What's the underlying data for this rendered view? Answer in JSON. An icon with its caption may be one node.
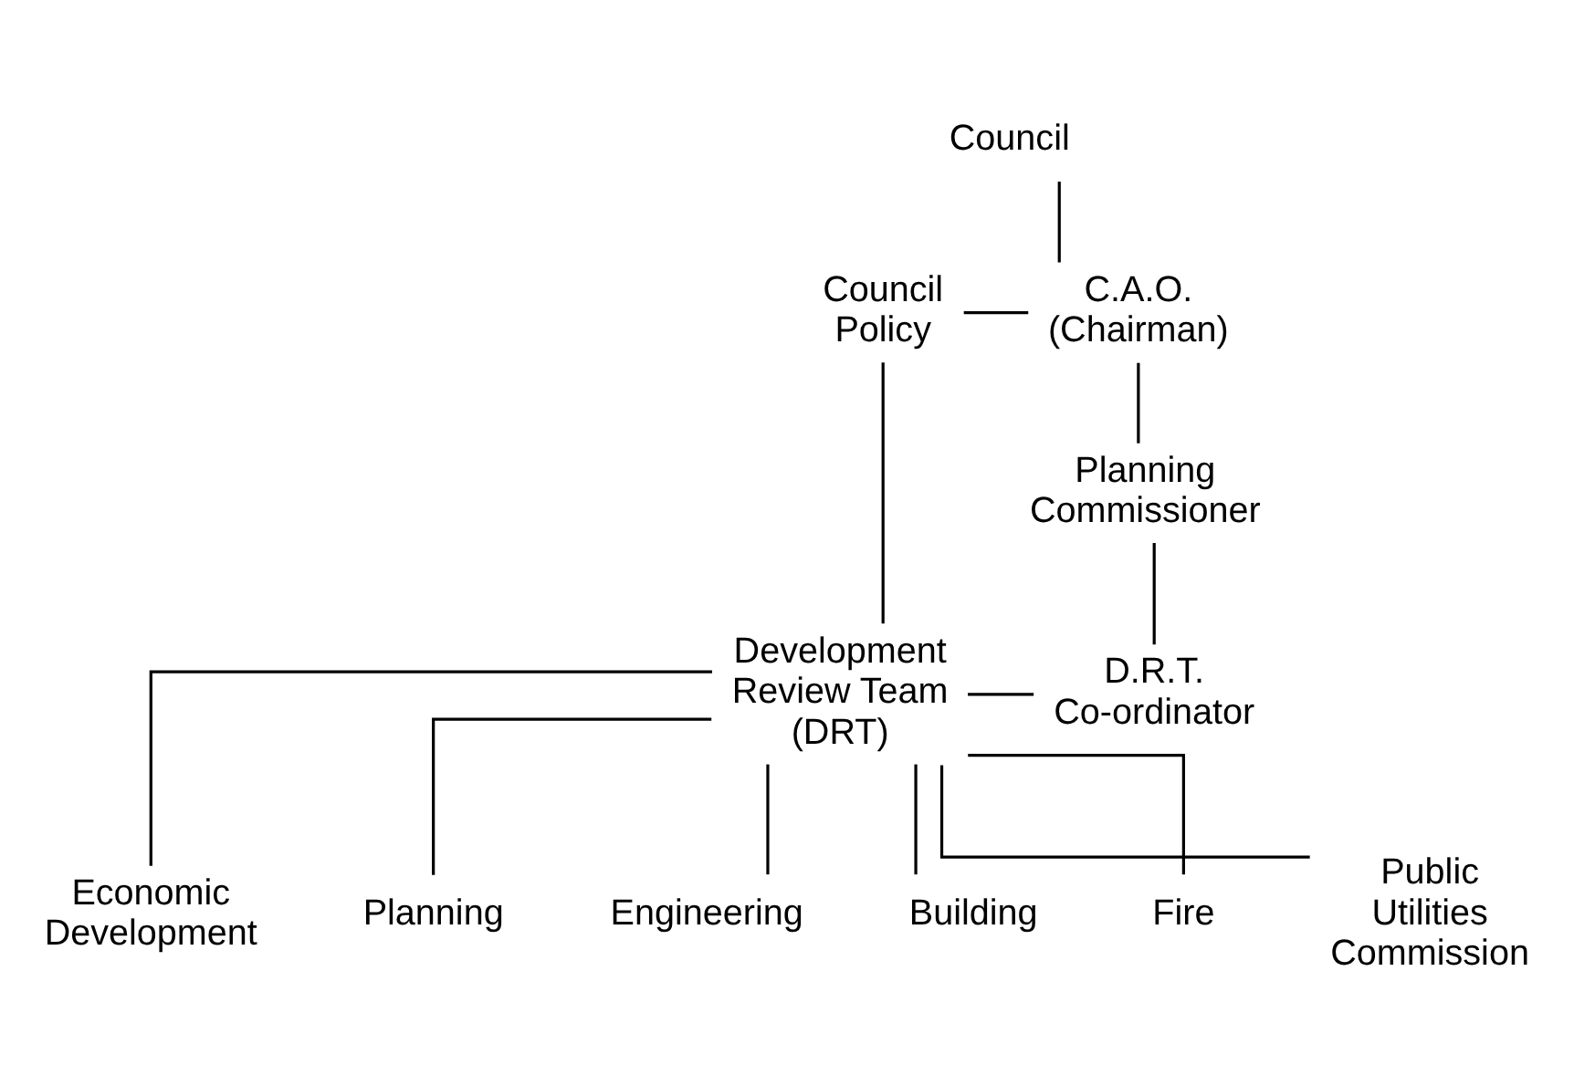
{
  "diagram": {
    "nodes": [
      {
        "text": [
          "Council"
        ]
      },
      {
        "text": [
          "C.A.O. (Chairman)"
        ]
      },
      {
        "text": [
          "Council Policy"
        ]
      },
      {
        "text": [
          "Planning Commissioner"
        ]
      },
      {
        "text": [
          "D.R.T. Co-ordinator"
        ]
      },
      {
        "text": [
          "Development Review Team (DRT)"
        ]
      },
      {
        "text": [
          "Economic Development"
        ]
      },
      {
        "text": [
          "Planning"
        ]
      },
      {
        "text": [
          "Engineering"
        ]
      },
      {
        "text": [
          "Building"
        ]
      },
      {
        "text": [
          "Fire"
        ]
      },
      {
        "text": [
          "Public Utilities Commission"
        ]
      }
    ],
    "edges": [
      {
        "from": 0,
        "to": 1,
        "arrow": "none"
      },
      {
        "from": 2,
        "to": 1,
        "arrow": "none"
      },
      {
        "from": 1,
        "to": 3,
        "arrow": "none"
      },
      {
        "from": 3,
        "to": 4,
        "arrow": "none"
      },
      {
        "from": 2,
        "to": 5,
        "arrow": "none"
      },
      {
        "from": 5,
        "to": 4,
        "arrow": "none"
      },
      {
        "from": 5,
        "to": 6,
        "arrow": "none"
      },
      {
        "from": 5,
        "to": 7,
        "arrow": "none"
      },
      {
        "from": 5,
        "to": 8,
        "arrow": "none"
      },
      {
        "from": 5,
        "to": 9,
        "arrow": "none"
      },
      {
        "from": 5,
        "to": 10,
        "arrow": "none"
      },
      {
        "from": 5,
        "to": 11,
        "arrow": "none"
      }
    ]
  }
}
